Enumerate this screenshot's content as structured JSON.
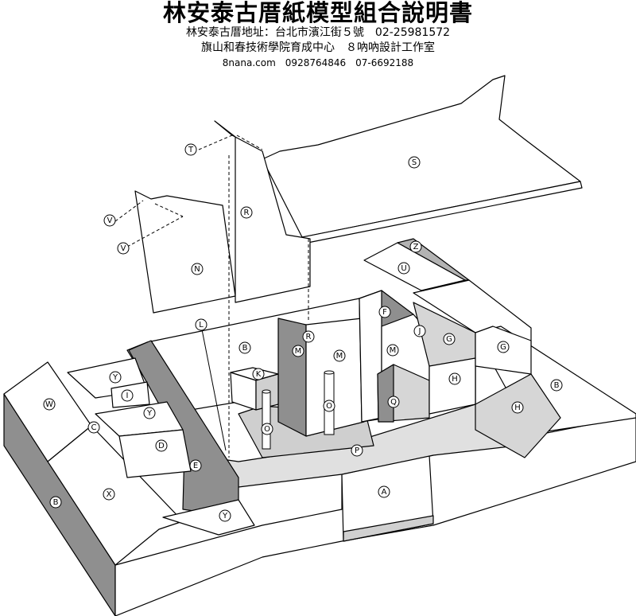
{
  "header": {
    "title": "林安泰古厝紙模型組合說明書",
    "address": "林安泰古厝地址：台北市濱江街５號　02-25981572",
    "org": "旗山和春技術學院育成中心　８吶吶設計工作室",
    "contact": "8nana.com　0928764846　07-6692188"
  },
  "labels": {
    "A": "A",
    "B": "B",
    "C": "C",
    "D": "D",
    "E": "E",
    "F": "F",
    "G": "G",
    "H": "H",
    "I": "I",
    "J": "J",
    "K": "K",
    "L": "L",
    "M": "M",
    "N": "N",
    "O": "O",
    "P": "P",
    "Q": "Q",
    "R": "R",
    "S": "S",
    "T": "T",
    "U": "U",
    "V": "V",
    "W": "W",
    "X": "X",
    "Y": "Y",
    "Z": "Z"
  }
}
